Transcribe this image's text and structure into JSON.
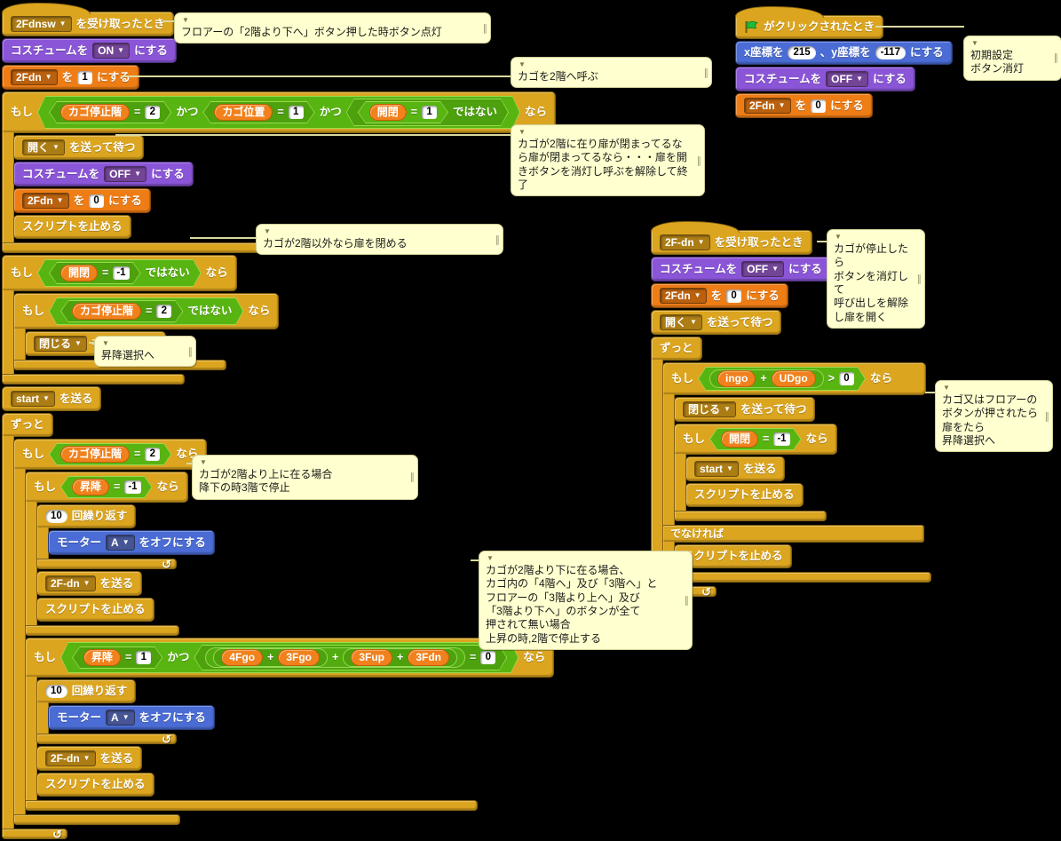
{
  "labels": {
    "if": "もし",
    "then": "なら",
    "else": "でなければ",
    "and": "かつ",
    "not": "ではない",
    "eq": "=",
    "plus": "+",
    "gt": ">",
    "forever": "ずっと",
    "stop_script": "スクリプトを止める",
    "repeat_suffix": "回繰り返す",
    "receive_suffix": "を受け取ったとき",
    "flag_clicked": "がクリックされたとき",
    "costume_prefix": "コスチュームを",
    "set_suffix": "にする",
    "wo": "を",
    "broadcast_wait_suffix": "を送って待つ",
    "broadcast_suffix": "を送る",
    "motor_prefix": "モーター",
    "motor_off_suffix": "をオフにする",
    "setx_prefix": "x座標を",
    "sety_mid": "、y座標を"
  },
  "values": {
    "msg_2Fdnsw": "2Fdnsw",
    "msg_2Fdn": "2F-dn",
    "var_2Fdn": "2Fdn",
    "msg_open": "開く",
    "msg_close": "閉じる",
    "msg_start": "start",
    "costume_on": "ON",
    "costume_off": "OFF",
    "one": "1",
    "zero": "0",
    "two": "2",
    "minus_one": "-1",
    "ten": "10",
    "x": "215",
    "y": "-117",
    "motor_port": "A"
  },
  "vars": {
    "stop_floor": "カゴ停止階",
    "cage_pos": "カゴ位置",
    "door": "開閉",
    "lift": "昇降",
    "f4go": "4Fgo",
    "f3go": "3Fgo",
    "f3up": "3Fup",
    "f3dn": "3Fdn",
    "ingo": "ingo",
    "udgo": "UDgo"
  },
  "comments": {
    "c1": "フロアーの「2階より下へ」ボタン押した時ボタン点灯",
    "c2": "カゴを2階へ呼ぶ",
    "c3": "カゴが2階に在り扉が閉まってるなら扉が閉まってるなら・・・扉を開きボタンを消灯し呼ぶを解除して終了",
    "c4": "初期設定\nボタン消灯",
    "c5": "カゴが停止したら\nボタンを消灯して\n呼び出しを解除\nし扉を開く",
    "c6": "カゴが2階以外なら扉を閉める",
    "c7": "昇降選択へ",
    "c8": "カゴが2階より上に在る場合\n降下の時3階で停止",
    "c9": "カゴが2階より下に在る場合、\nカゴ内の「4階へ」及び「3階へ」と\nフロアーの「3階より上へ」及び\n「3階より下へ」のボタンが全て\n押されて無い場合\n上昇の時,2階で停止する",
    "c10": "カゴ又はフロアーの\nボタンが押されたら\n扉をたら\n昇降選択へ"
  },
  "colors": {
    "control": "#dca51f",
    "looks": "#8a55d7",
    "variables": "#ee7d16",
    "operators": "#58b411",
    "motion": "#4a6cd4",
    "comment_bg": "#ffffcf",
    "canvas_bg": "#000000",
    "flag_green": "#1fba3a"
  }
}
